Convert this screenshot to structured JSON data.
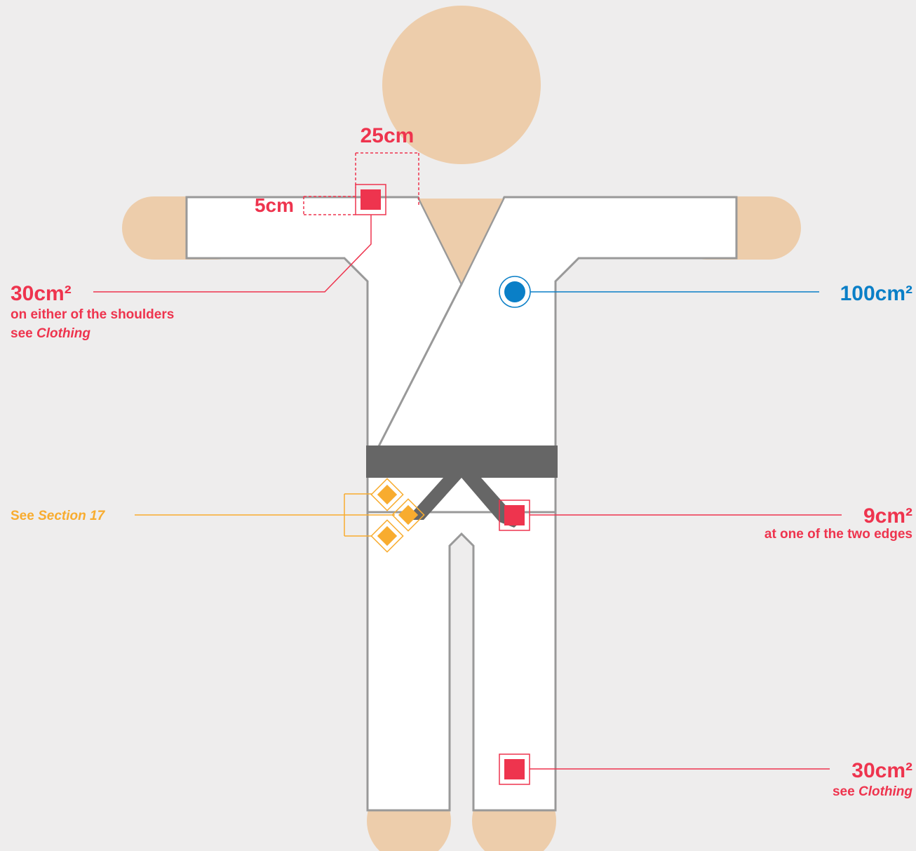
{
  "colors": {
    "background": "#eeeded",
    "skin": "#edcdab",
    "uniform": "#ffffff",
    "outline": "#999999",
    "belt": "#666666",
    "red": "#ee344e",
    "blue": "#0a7fc7",
    "orange": "#f8ac2f"
  },
  "dimensions": {
    "width_label": "25cm",
    "height_label": "5cm"
  },
  "annotations": {
    "shoulder": {
      "value": "30cm²",
      "line1": "on either of the shoulders",
      "see_prefix": "see ",
      "see_ref": "Clothing"
    },
    "chest": {
      "value": "100cm²"
    },
    "edge": {
      "value": "9cm²",
      "line1": "at one of the two edges"
    },
    "leg": {
      "value": "30cm²",
      "see_prefix": "see ",
      "see_ref": "Clothing"
    },
    "section": {
      "prefix": "See ",
      "ref": "Section 17"
    }
  }
}
